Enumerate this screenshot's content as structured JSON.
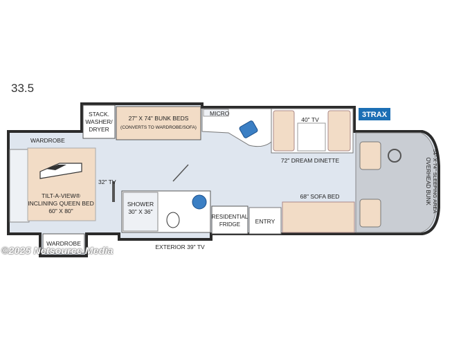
{
  "model": "33.5",
  "labels": {
    "wardrobe_top": "WARDROBE",
    "wardrobe_bottom": "WARDROBE",
    "stack_line1": "STACK.",
    "stack_line2": "WASHER/",
    "stack_line3": "DRYER",
    "bunk_line1": "27\" X 74\" BUNK BEDS",
    "bunk_line2": "(CONVERTS TO WARDROBE/SOFA)",
    "micro": "MICRO",
    "tv_40": "40\" TV",
    "dinette": "72\" DREAM DINETTE",
    "tv_32": "32\" TV",
    "bed_line1": "TILT-A-VIEW®",
    "bed_line2": "INCLINING QUEEN BED",
    "bed_line3": "60\" X 80\"",
    "shower_line1": "SHOWER",
    "shower_line2": "30\" X 36\"",
    "fridge_line1": "RESIDENTIAL",
    "fridge_line2": "FRIDGE",
    "entry": "ENTRY",
    "sofa_bed": "68\" SOFA BED",
    "overhead_line1": "OVERHEAD BUNK",
    "overhead_line2": "54\" X 74\" SLEEPING AREA",
    "exterior_tv": "EXTERIOR 39\" TV",
    "logo_text": "3TRAX"
  },
  "watermark": "©2025 Netsource Media",
  "colors": {
    "floor": "#dfe6ef",
    "wall": "#2b2b2b",
    "furniture": "#f2dcc6",
    "seat": "#c9cdd3",
    "accent_blue": "#3b7fc4"
  }
}
